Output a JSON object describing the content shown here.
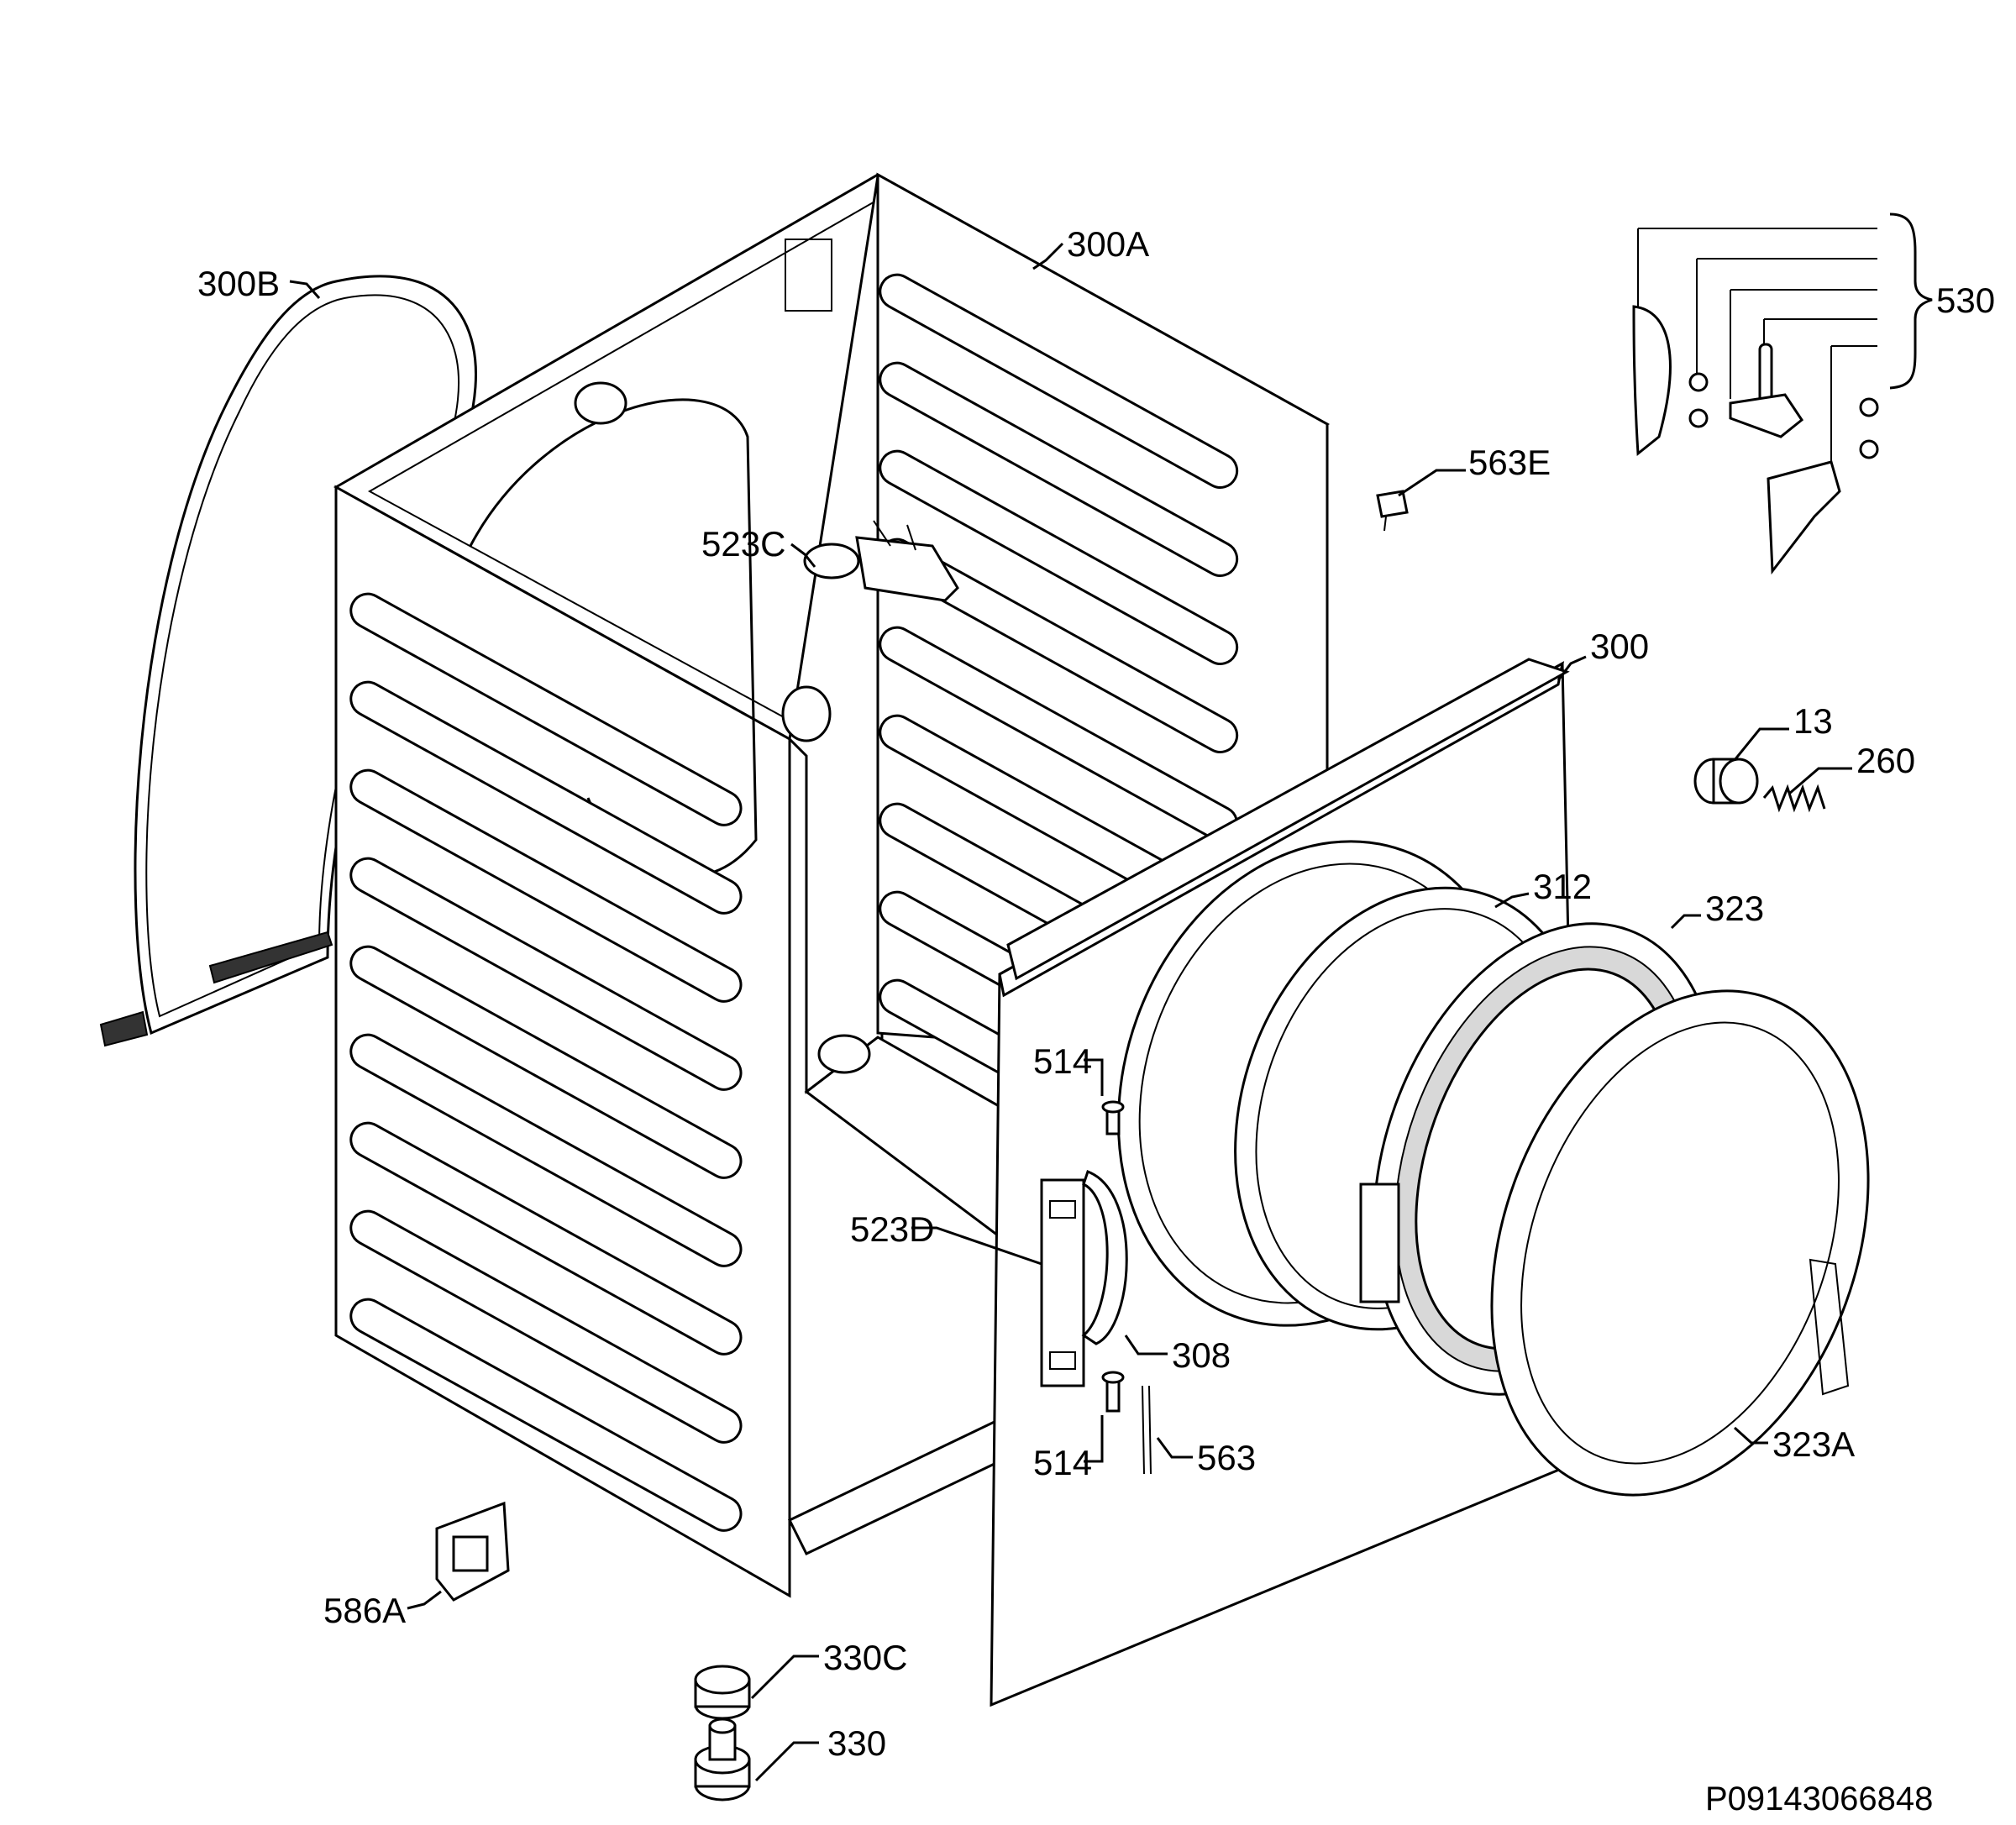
{
  "diagram": {
    "drawing_code": "P09143066848",
    "callouts": {
      "c300A": "300A",
      "c300B": "300B",
      "c530": "530",
      "c563E": "563E",
      "c523C": "523C",
      "c300": "300",
      "c13": "13",
      "c260": "260",
      "c312": "312",
      "c323": "323",
      "c514a": "514",
      "c523D": "523D",
      "c308": "308",
      "c514b": "514",
      "c563": "563",
      "c323A": "323A",
      "c586A": "586A",
      "c330C": "330C",
      "c330": "330"
    }
  }
}
